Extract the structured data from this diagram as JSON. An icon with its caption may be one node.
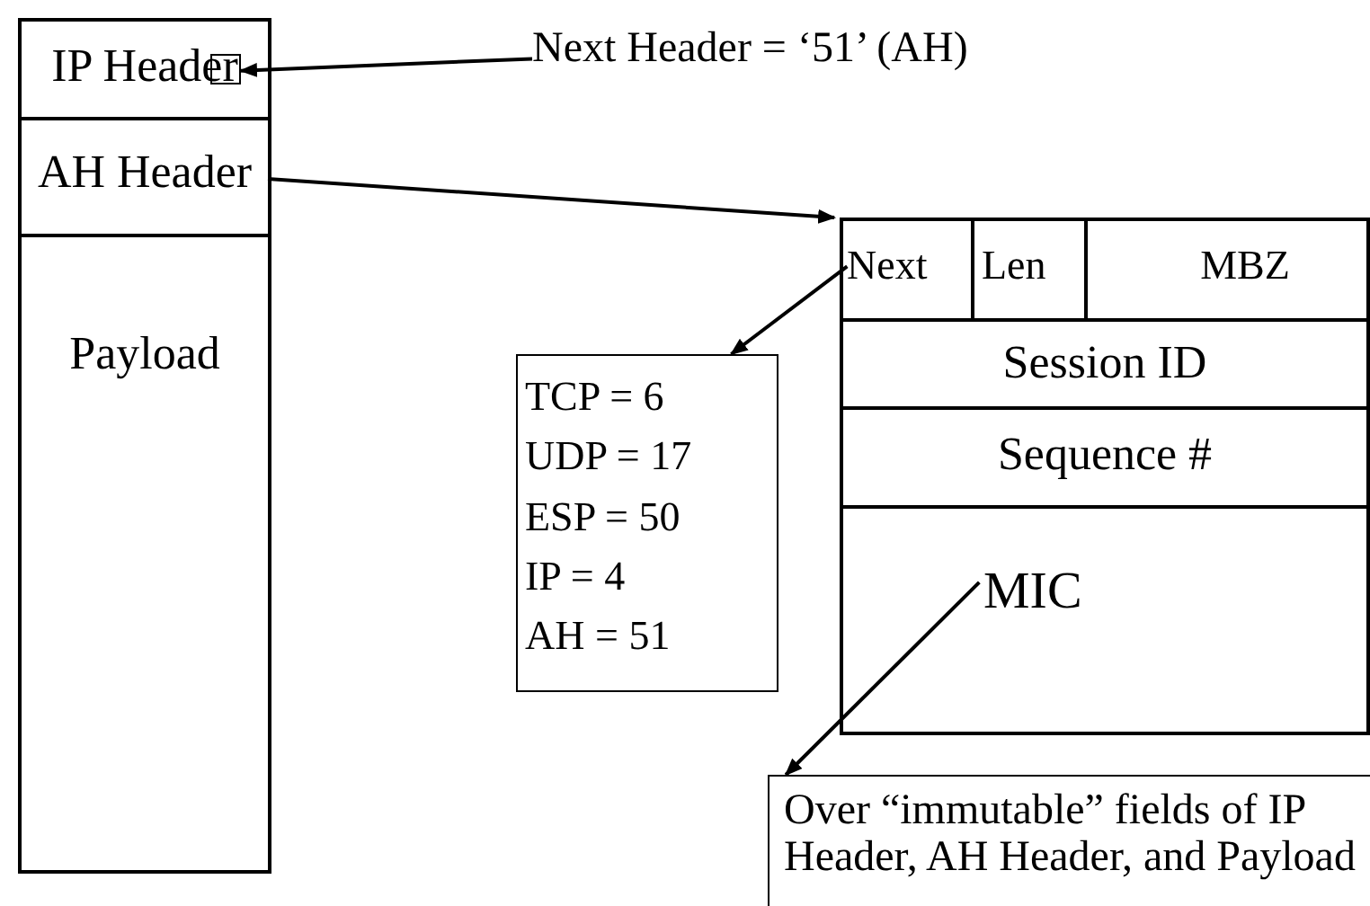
{
  "diagram": {
    "nodes": [
      {
        "text": [],
        "shape": "box"
      },
      {
        "text": [
          "IP Header"
        ],
        "in": 0
      },
      {
        "text": [
          "AH Header"
        ],
        "in": 0
      },
      {
        "text": [
          "Payload"
        ],
        "in": 0
      },
      {
        "text": [],
        "shape": "box",
        "in": 1
      },
      {
        "text": [
          "Next Header = ‘51’ (AH)"
        ]
      },
      {
        "text": [],
        "shape": "box"
      },
      {
        "text": [
          "Next"
        ],
        "in": 6
      },
      {
        "text": [
          "Len"
        ],
        "in": 6
      },
      {
        "text": [
          "MBZ"
        ],
        "in": 6
      },
      {
        "text": [
          "Session ID"
        ],
        "in": 6
      },
      {
        "text": [
          "Sequence #"
        ],
        "in": 6
      },
      {
        "text": [
          "MIC"
        ],
        "in": 6
      },
      {
        "text": [
          "TCP = 6",
          "UDP = 17",
          "ESP = 50",
          "IP = 4",
          "AH = 51"
        ]
      },
      {
        "text": [
          "Over “immutable” fields of IP Header, AH Header, and Payload"
        ]
      }
    ],
    "edges": [
      {
        "from": 5,
        "to": 4,
        "arrow": "to"
      },
      {
        "from": 2,
        "to": 6,
        "arrow": "to"
      },
      {
        "from": 7,
        "to": 13,
        "arrow": "to"
      },
      {
        "from": 12,
        "to": 14,
        "arrow": "to"
      }
    ]
  }
}
